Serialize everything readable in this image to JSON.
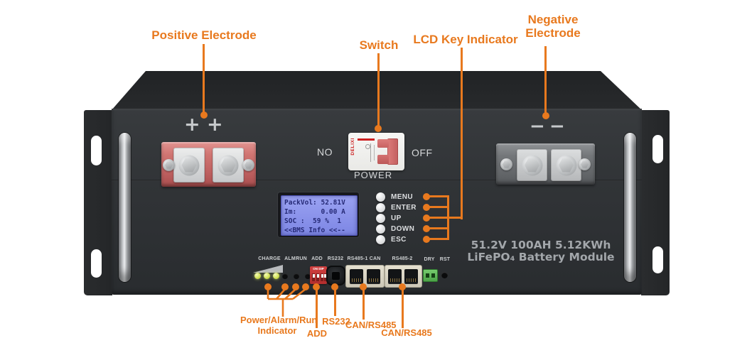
{
  "colors": {
    "accent_orange": "#E8791E",
    "chassis_dark": "#2E3134",
    "positive_terminal_red": "#C96A6A",
    "negative_terminal_gray": "#6B6E71",
    "lcd_screen_blue": "#858EE8",
    "lcd_text_navy": "#262A77",
    "led_green": "#CFE052",
    "dry_contact_green": "#5CB85C",
    "breaker_brand_red": "#CC2020"
  },
  "annotations": {
    "positive_electrode": "Positive Electrode",
    "switch": "Switch",
    "lcd_key_indicator": "LCD Key Indicator",
    "negative_electrode": "Negative Electrode",
    "power_alarm_run_indicator": "Power/Alarm/Run Indicator",
    "add": "ADD",
    "rs232": "RS232",
    "can_rs485_left": "CAN/RS485",
    "can_rs485_right": "CAN/RS485"
  },
  "panel": {
    "polarity": {
      "plus": "+",
      "minus": "−"
    },
    "breaker": {
      "no": "NO",
      "off": "OFF",
      "power": "POWER",
      "brand": "DELIXI"
    },
    "lcd": {
      "lines": [
        "PackVol: 52.81V",
        "Im:      0.00 A",
        "SOC :  59 %  1",
        "<<BMS Info <<--"
      ]
    },
    "keys": [
      "MENU",
      "ENTER",
      "UP",
      "DOWN",
      "ESC"
    ],
    "ports": {
      "charge": "CHARGE",
      "alm": "ALM",
      "run": "RUN",
      "add": "ADD",
      "dip": "ON DIP",
      "rs232": "RS232",
      "rs485_1": "RS485-1 CAN",
      "rs485_2": "RS485-2",
      "dry": "DRY",
      "rst": "RST"
    },
    "model": {
      "line1": "51.2V 100AH 5.12KWh",
      "line2": "LiFePO₄ Battery Module"
    }
  }
}
